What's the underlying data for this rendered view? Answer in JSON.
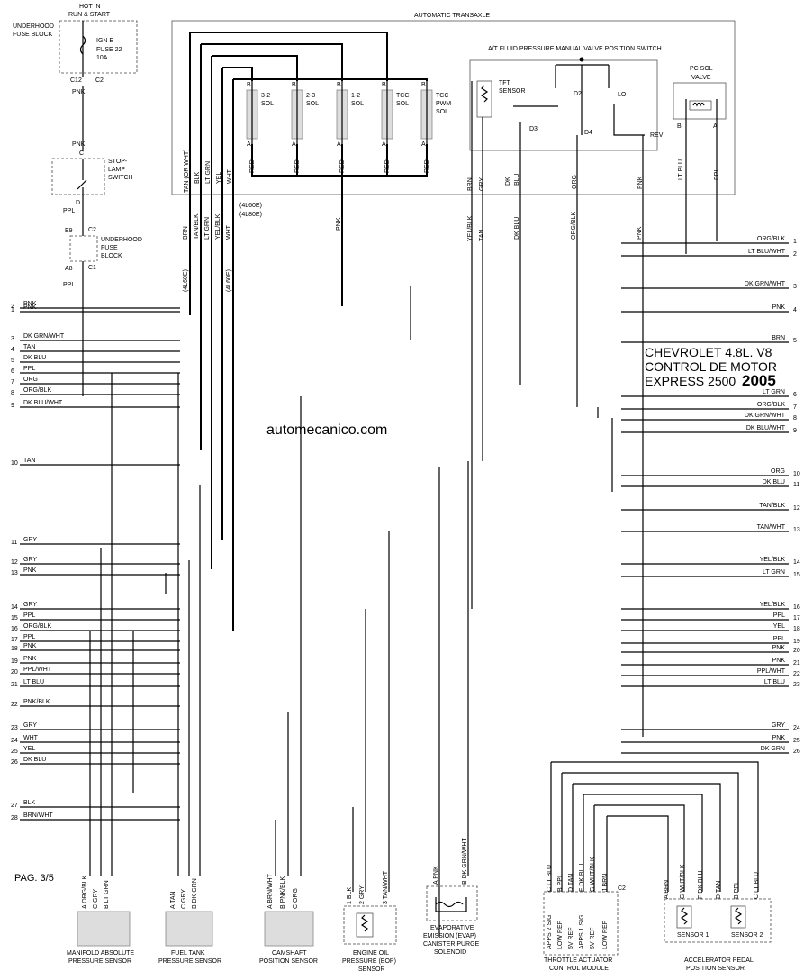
{
  "header": {
    "hot_in": "HOT IN",
    "run_start": "RUN & START",
    "underhood_fuse_block": [
      "UNDERHOOD",
      "FUSE BLOCK"
    ],
    "fuse": [
      "IGN E",
      "FUSE 22",
      "10A"
    ],
    "automatic_transaxle": "AUTOMATIC TRANSAXLE",
    "switch_title": "A/T FLUID PRESSURE MANUAL VALVE POSITION SWITCH"
  },
  "title_block": {
    "line1": "CHEVROLET 4.8L. V8",
    "line2": "CONTROL DE MOTOR",
    "line3": "EXPRESS 2500",
    "year": "2005",
    "website": "automecanico.com",
    "page": "PAG. 3/5"
  },
  "colors": {
    "wire": "#000000",
    "sensor_fill": "#dddddd",
    "box_border": "#555555"
  },
  "solenoids": [
    {
      "name": [
        "3-2",
        "SOL"
      ],
      "wire": "RED"
    },
    {
      "name": [
        "2-3",
        "SOL"
      ],
      "wire": "RED"
    },
    {
      "name": [
        "1-2",
        "SOL"
      ],
      "wire": "RED"
    },
    {
      "name": [
        "TCC",
        "SOL"
      ],
      "wire": "RED"
    },
    {
      "name": [
        "TCC",
        "PWM",
        "SOL"
      ],
      "wire": "RED"
    }
  ],
  "switch_labels": [
    "TFT",
    "SENSOR",
    "D2",
    "LO",
    "D3",
    "D4",
    "REV"
  ],
  "pc_sol_valve": [
    "PC SOL",
    "VALVE"
  ],
  "left_pins": [
    {
      "num": "1",
      "label": "PNK"
    },
    {
      "num": "2",
      "label": "PNK"
    },
    {
      "num": "3",
      "label": "DK GRN/WHT"
    },
    {
      "num": "4",
      "label": "TAN"
    },
    {
      "num": "5",
      "label": "DK BLU"
    },
    {
      "num": "6",
      "label": "PPL"
    },
    {
      "num": "7",
      "label": "ORG"
    },
    {
      "num": "8",
      "label": "ORG/BLK"
    },
    {
      "num": "9",
      "label": "DK BLU/WHT"
    },
    {
      "num": "10",
      "label": "TAN"
    },
    {
      "num": "11",
      "label": "GRY"
    },
    {
      "num": "12",
      "label": "GRY"
    },
    {
      "num": "13",
      "label": "PNK"
    },
    {
      "num": "14",
      "label": "GRY"
    },
    {
      "num": "15",
      "label": "PPL"
    },
    {
      "num": "16",
      "label": "ORG/BLK"
    },
    {
      "num": "17",
      "label": "PPL"
    },
    {
      "num": "18",
      "label": "PNK"
    },
    {
      "num": "19",
      "label": "PNK"
    },
    {
      "num": "20",
      "label": "PPL/WHT"
    },
    {
      "num": "21",
      "label": "LT BLU"
    },
    {
      "num": "22",
      "label": "PNK/BLK"
    },
    {
      "num": "23",
      "label": "GRY"
    },
    {
      "num": "24",
      "label": "WHT"
    },
    {
      "num": "25",
      "label": "YEL"
    },
    {
      "num": "26",
      "label": "DK BLU"
    },
    {
      "num": "27",
      "label": "BLK"
    },
    {
      "num": "28",
      "label": "BRN/WHT"
    }
  ],
  "right_pins": [
    {
      "num": "1",
      "label": "ORG/BLK"
    },
    {
      "num": "2",
      "label": "LT BLU/WHT"
    },
    {
      "num": "3",
      "label": "DK GRN/WHT"
    },
    {
      "num": "4",
      "label": "PNK"
    },
    {
      "num": "5",
      "label": "BRN"
    },
    {
      "num": "6",
      "label": "LT GRN"
    },
    {
      "num": "7",
      "label": "ORG/BLK"
    },
    {
      "num": "8",
      "label": "DK GRN/WHT"
    },
    {
      "num": "9",
      "label": "DK BLU/WHT"
    },
    {
      "num": "10",
      "label": "ORG"
    },
    {
      "num": "11",
      "label": "DK BLU"
    },
    {
      "num": "12",
      "label": "TAN/BLK"
    },
    {
      "num": "13",
      "label": "TAN/WHT"
    },
    {
      "num": "14",
      "label": "YEL/BLK"
    },
    {
      "num": "15",
      "label": "LT GRN"
    },
    {
      "num": "16",
      "label": "YEL/BLK"
    },
    {
      "num": "17",
      "label": "PPL"
    },
    {
      "num": "18",
      "label": "YEL"
    },
    {
      "num": "19",
      "label": "PPL"
    },
    {
      "num": "20",
      "label": "PNK"
    },
    {
      "num": "21",
      "label": "PNK"
    },
    {
      "num": "22",
      "label": "PPL/WHT"
    },
    {
      "num": "23",
      "label": "LT BLU"
    },
    {
      "num": "24",
      "label": "GRY"
    },
    {
      "num": "25",
      "label": "PNK"
    },
    {
      "num": "26",
      "label": "DK GRN"
    }
  ],
  "sensors": {
    "map": {
      "name": [
        "MANIFOLD ABSOLUTE",
        "PRESSURE SENSOR"
      ],
      "pins": [
        "A ORG/BLK",
        "C GRY",
        "B LT GRN"
      ]
    },
    "fuel_tank": {
      "name": [
        "FUEL TANK",
        "PRESSURE SENSOR"
      ],
      "pins": [
        "A TAN",
        "C GRY",
        "B DK GRN"
      ]
    },
    "camshaft": {
      "name": [
        "CAMSHAFT",
        "POSITION SENSOR"
      ],
      "pins": [
        "A BRN/WHT",
        "B PNK/BLK",
        "C ORG"
      ]
    },
    "eop": {
      "name": [
        "ENGINE OIL",
        "PRESSURE (EOP)",
        "SENSOR"
      ],
      "pins": [
        "1 BLK",
        "2 GRY",
        "3 TAN/WHT"
      ]
    },
    "evap": {
      "name": [
        "EVAPORATIVE",
        "EMISSION (EVAP)",
        "CANISTER PURGE",
        "SOLENOID"
      ],
      "pins": [
        "A PNK",
        "B DK GRN/WHT"
      ]
    },
    "throttle": {
      "name": [
        "THROTTLE ACTUATOR",
        "CONTROL MODULE"
      ],
      "connector": "C2",
      "pins": [
        "C LT BLU",
        "B PPL",
        "D TAN",
        "F DK BLU",
        "G WHT/BLK",
        "J BRN"
      ],
      "functions": [
        "APPS 2 SIG",
        "LOW REF",
        "5V REF",
        "APPS 1 SIG",
        "5V REF",
        "LOW REF"
      ]
    },
    "app": {
      "name": [
        "ACCELERATOR PEDAL",
        "POSITION SENSOR"
      ],
      "pins": [
        "A BRN",
        "G WHT/BLK",
        "F DK BLU",
        "D TAN",
        "B PPL",
        "C LT BLU"
      ],
      "sub": [
        "SENSOR 1",
        "SENSOR 2"
      ]
    }
  }
}
